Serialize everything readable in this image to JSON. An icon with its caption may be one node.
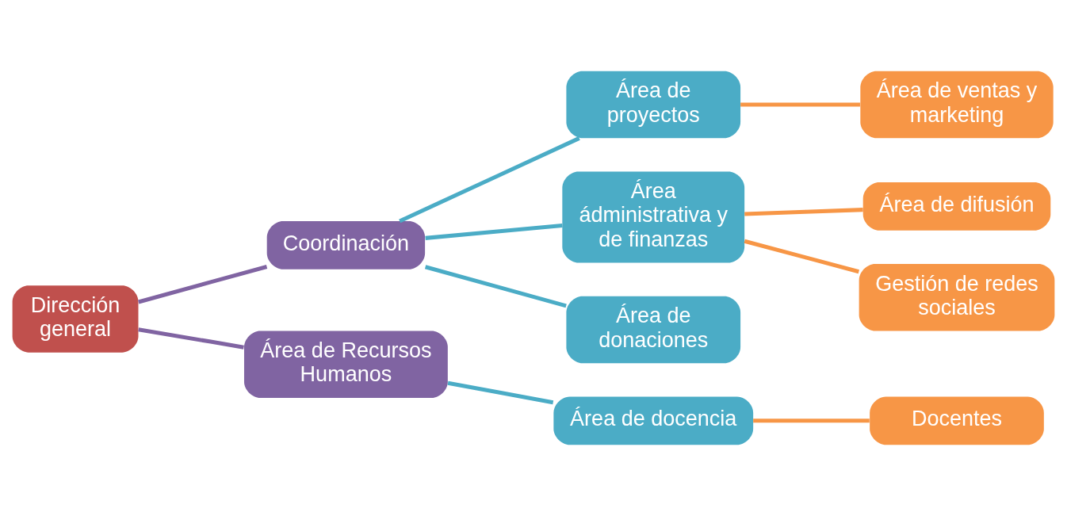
{
  "diagram": {
    "nodes": [
      {
        "text": [
          "Dirección general"
        ]
      },
      {
        "text": [
          "Coordinación"
        ]
      },
      {
        "text": [
          "Área de Recursos Humanos"
        ]
      },
      {
        "text": [
          "Área de proyectos"
        ]
      },
      {
        "text": [
          "Área ádministrativa y de finanzas"
        ]
      },
      {
        "text": [
          "Área de donaciones"
        ]
      },
      {
        "text": [
          "Área de ventas y marketing"
        ]
      },
      {
        "text": [
          "Área de difusión"
        ]
      },
      {
        "text": [
          "Gestión de redes sociales"
        ]
      },
      {
        "text": [
          "Área de docencia"
        ]
      },
      {
        "text": [
          "Docentes"
        ]
      }
    ],
    "edges": [
      {
        "from": 0,
        "to": 1,
        "arrow": "none",
        "color": "#8064a2"
      },
      {
        "from": 0,
        "to": 2,
        "arrow": "none",
        "color": "#8064a2"
      },
      {
        "from": 1,
        "to": 3,
        "arrow": "none",
        "color": "#4bacc6"
      },
      {
        "from": 1,
        "to": 4,
        "arrow": "none",
        "color": "#4bacc6"
      },
      {
        "from": 1,
        "to": 5,
        "arrow": "none",
        "color": "#4bacc6"
      },
      {
        "from": 3,
        "to": 6,
        "arrow": "none",
        "color": "#f79646"
      },
      {
        "from": 4,
        "to": 7,
        "arrow": "none",
        "color": "#f79646"
      },
      {
        "from": 4,
        "to": 8,
        "arrow": "none",
        "color": "#f79646"
      },
      {
        "from": 2,
        "to": 9,
        "arrow": "none",
        "color": "#4bacc6"
      },
      {
        "from": 9,
        "to": 10,
        "arrow": "none",
        "color": "#f79646"
      }
    ]
  }
}
